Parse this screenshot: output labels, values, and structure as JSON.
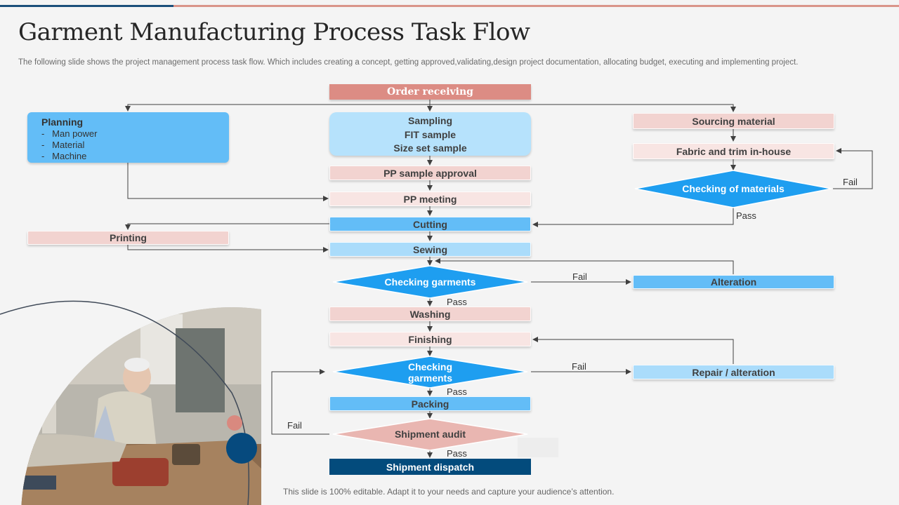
{
  "title": "Garment Manufacturing Process Task Flow",
  "subtitle": "The following slide shows the project management process task flow. Which includes creating a concept, getting approved,validating,design project documentation, allocating budget, executing and implementing project.",
  "footer": "This slide is 100% editable. Adapt it to your needs and capture your audience’s attention.",
  "colors": {
    "pink_dark": "#dc8c84",
    "pink": "#f2d3d0",
    "pink_light": "#f8e5e3",
    "blue": "#63bdf7",
    "blue_light": "#aadcfb",
    "diamond_blue": "#1e9ef0",
    "navy": "#034b7c"
  },
  "nodes": {
    "order_receiving": "Order receiving",
    "planning": {
      "heading": "Planning",
      "items": [
        "-   Man power",
        "-   Material",
        "-   Machine"
      ]
    },
    "sampling": [
      "Sampling",
      "FIT sample",
      "Size set sample"
    ],
    "pp_sample_approval": "PP sample approval",
    "pp_meeting": "PP meeting",
    "cutting": "Cutting",
    "printing": "Printing",
    "sewing": "Sewing",
    "checking_garments_1": "Checking garments",
    "alteration": "Alteration",
    "washing": "Washing",
    "finishing": "Finishing",
    "checking_garments_2": [
      "Checking",
      "garments"
    ],
    "repair_alteration": "Repair / alteration",
    "packing": "Packing",
    "shipment_audit": "Shipment audit",
    "shipment_dispatch": "Shipment dispatch",
    "sourcing_material": "Sourcing material",
    "fabric_trim": "Fabric and trim in-house",
    "checking_materials": "Checking of materials"
  },
  "edge_labels": {
    "pass": "Pass",
    "fail": "Fail"
  }
}
